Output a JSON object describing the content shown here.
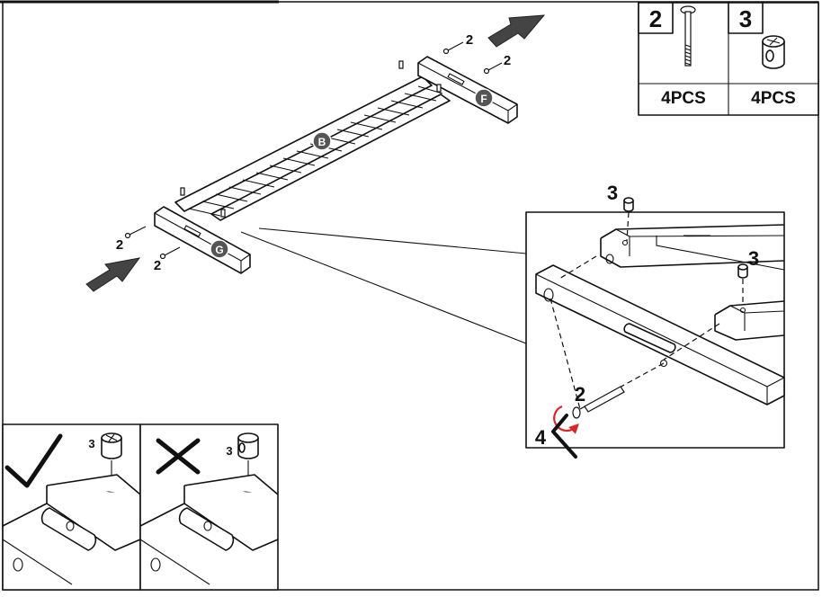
{
  "parts_box": {
    "part_a": {
      "number": "2",
      "quantity": "4PCS",
      "icon": "bolt-icon"
    },
    "part_b": {
      "number": "3",
      "quantity": "4PCS",
      "icon": "cam-nut-icon"
    }
  },
  "panel_labels": {
    "rail_b": "B",
    "rail_f": "F",
    "rail_g": "G"
  },
  "callouts": {
    "bolt_tr1": "2",
    "bolt_tr2": "2",
    "bolt_bl1": "2",
    "bolt_bl2": "2",
    "detail_nut_top": "3",
    "detail_nut_right": "3",
    "detail_bolt": "2",
    "detail_tool": "4",
    "correct_nut": "3",
    "wrong_nut": "3"
  },
  "colors": {
    "line": "#111111",
    "badge": "#555555",
    "arrow": "#444444",
    "rotation": "#d8262b"
  }
}
